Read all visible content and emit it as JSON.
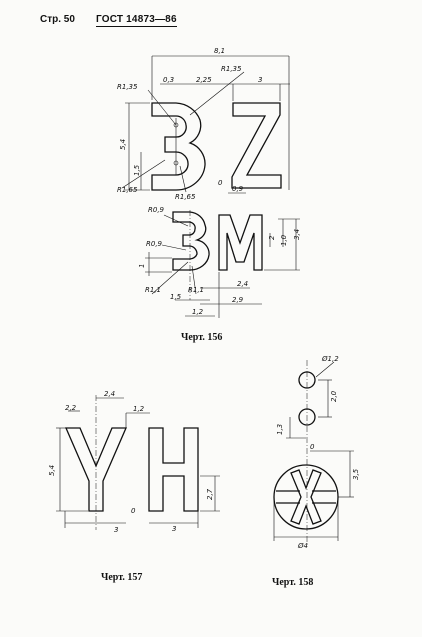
{
  "header": {
    "page_label": "Стр. 50",
    "standard": "ГОСТ 14873—86"
  },
  "fig156": {
    "caption": "Черт. 156",
    "labels": {
      "width_total": "8,1",
      "r135_left": "R1,35",
      "d03": "0,3",
      "d225": "2,25",
      "r135_right": "R1,35",
      "d3": "3",
      "h54": "5,4",
      "h15": "1,5",
      "r165_left": "R1,65",
      "r165_mid": "R1,65",
      "zero": "0",
      "d09": "0,9",
      "r09_top": "R0,9",
      "r09_mid": "R0,9",
      "h1": "1",
      "r11_left": "R1,1",
      "r11_right": "R1,1",
      "d15": "1,5",
      "d12": "1,2",
      "d24": "2,4",
      "d29": "2,9",
      "d2": "2",
      "d10": "1,0",
      "d34": "3,4"
    }
  },
  "fig157": {
    "caption": "Черт. 157",
    "labels": {
      "d24": "2,4",
      "d22": "2,2",
      "d12": "1,2",
      "h54": "5,4",
      "h27": "2,7",
      "d3a": "3",
      "zero": "0",
      "d3b": "3"
    }
  },
  "fig158": {
    "caption": "Черт. 158",
    "labels": {
      "dia12": "Ø1,2",
      "d20": "2,0",
      "d13": "1,3",
      "zero": "0",
      "d35": "3,5",
      "dia4": "Ø4"
    }
  }
}
